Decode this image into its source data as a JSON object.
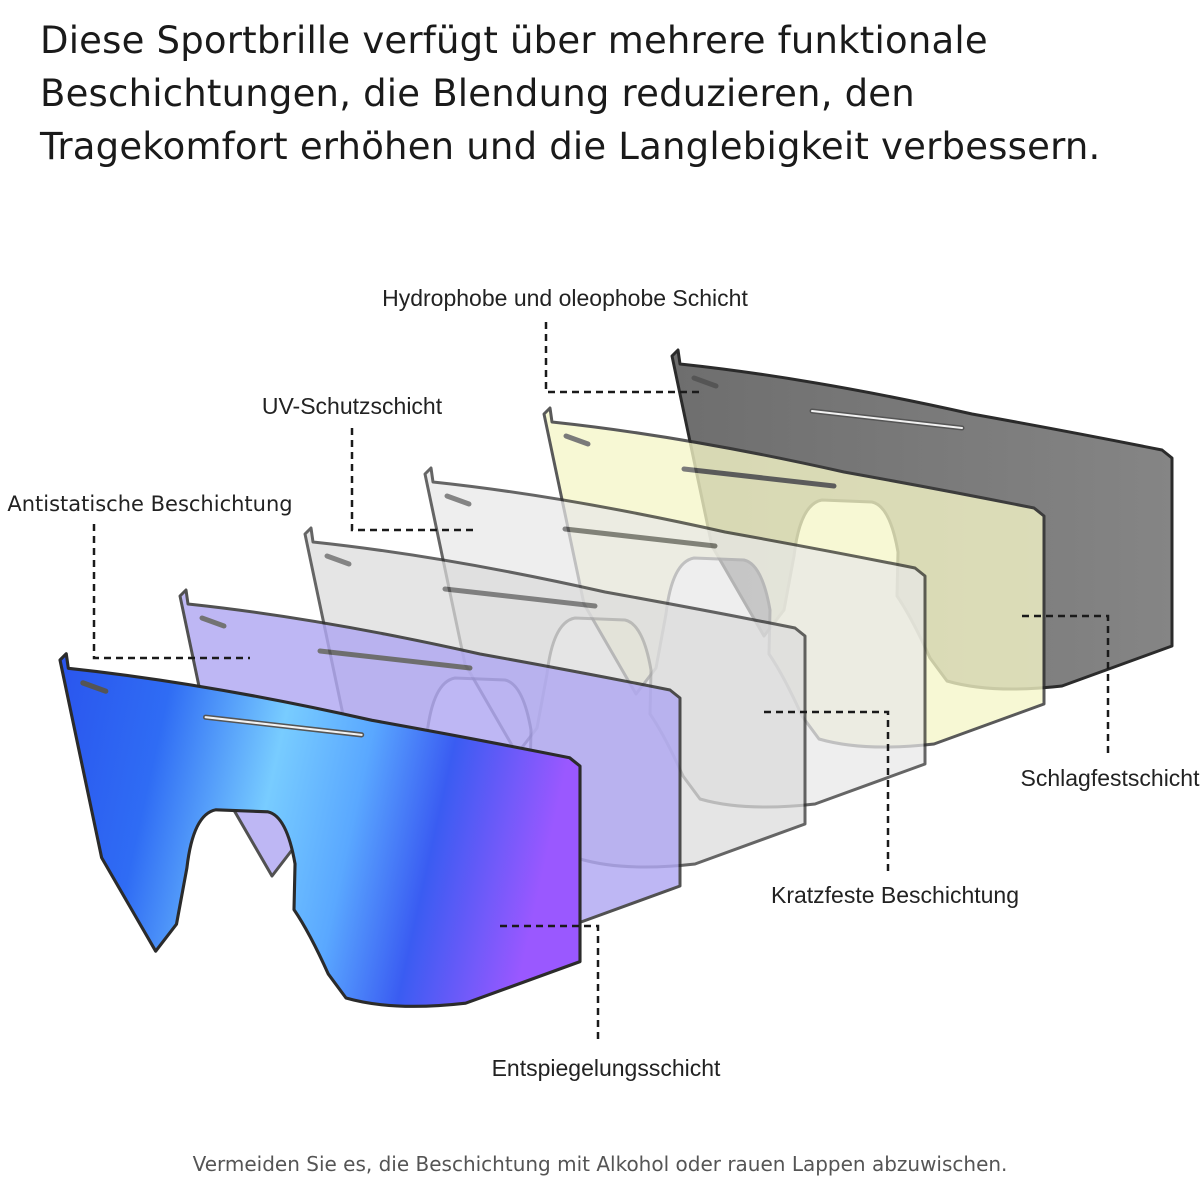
{
  "headline": {
    "line1": "Diese Sportbrille verfügt über mehrere funktionale",
    "line2": "Beschichtungen, die Blendung reduzieren, den",
    "line3": "Tragekomfort erhöhen und die Langlebigkeit verbessern."
  },
  "layers": {
    "hydrophobic": "Hydrophobe und oleophobe Schicht",
    "uv": "UV-Schutzschicht",
    "antistatic": "Antistatische Beschichtung",
    "impact": "Schlagfestschicht",
    "scratch": "Kratzfeste Beschichtung",
    "antireflective": "Entspiegelungsschicht"
  },
  "colors": {
    "grey_layer": "#7a7a7a",
    "yellow_layer": "#f6f7c8",
    "clear_layer_a": "#e8e8e8",
    "clear_layer_b": "#dcdcdc",
    "purple_layer": "#b0a8f2",
    "mirror_blue": "#2f5cf0",
    "mirror_cyan": "#6fc6ff",
    "mirror_violet": "#9a5cff"
  },
  "footer": "Vermeiden Sie es, die Beschichtung mit Alkohol oder rauen Lappen abzuwischen."
}
